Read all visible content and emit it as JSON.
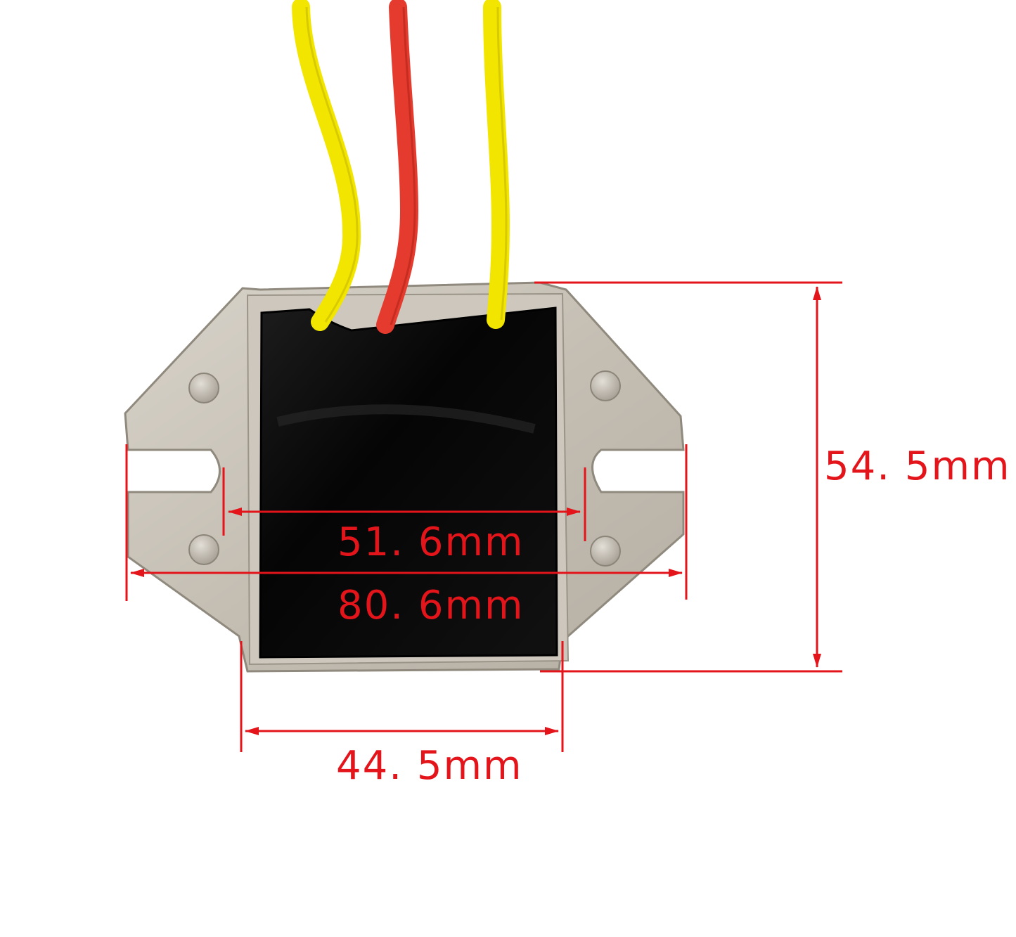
{
  "product": {
    "name_icon": "voltage-regulator-rectifier",
    "wire_colors": [
      "#f2e600",
      "#e53b2f",
      "#f2e600"
    ],
    "housing_color": "#c9c3b8",
    "potting_color": "#0a0a0a"
  },
  "dimensions": {
    "height": "54. 5mm",
    "inner_width": "51. 6mm",
    "overall_width": "80. 6mm",
    "body_width": "44. 5mm"
  },
  "annotation_color": "#e4141b"
}
